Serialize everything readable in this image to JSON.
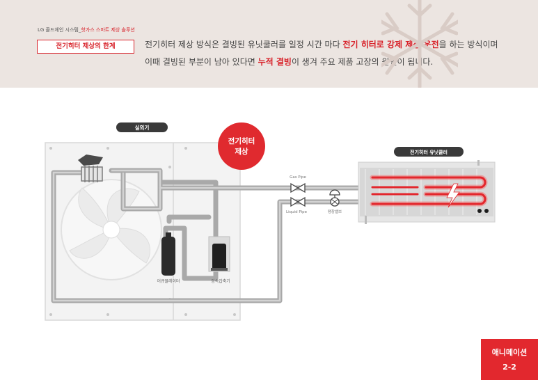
{
  "header": {
    "brand_prefix": "LG 콜드체인 시스템_",
    "brand_highlight": "핫가스 스마트 제상 솔루션",
    "badge": "전기히터 제상의 한계",
    "desc_part1": "전기히터 제상 방식은 결빙된 유닛쿨러를 일정 시간 마다 ",
    "desc_highlight1": "전기 히터로 강제 제상 운전",
    "desc_part2": "을 하는 방식이며 이때 결빙된 부분이 남아 있다면 ",
    "desc_highlight2": "누적 결빙",
    "desc_part3": "이 생겨 주요 제품 고장의 원인이 됩니다."
  },
  "diagram": {
    "outdoor_label": "실외기",
    "heater_badge_line1": "전기히터",
    "heater_badge_line2": "제상",
    "unit_cooler_label": "전기히터 유닛쿨러",
    "gas_pipe": "Gas Pipe",
    "liquid_pipe": "Liquid Pipe",
    "expansion_valve": "팽창밸브",
    "accumulator": "어큐뮬레이터",
    "compressor": "정속압축기"
  },
  "colors": {
    "accent": "#d8222a",
    "pipe": "#a7a7a7",
    "heater_glow": "#ff3b3b",
    "header_bg": "#ece5e1"
  },
  "footer": {
    "animation_label": "애니메이션",
    "animation_page": "2-2"
  }
}
